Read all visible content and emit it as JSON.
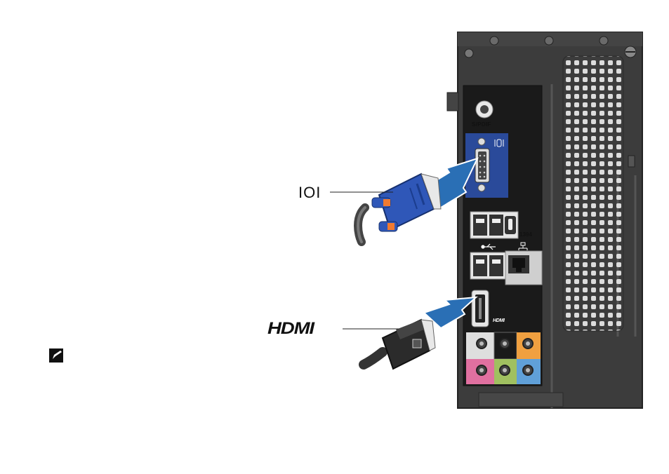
{
  "callouts": {
    "vga_symbol": "IOI",
    "hdmi_logo": "HDMI"
  },
  "ports": {
    "spdif_label": "S/PDIF",
    "firewire_label": "1394",
    "hdmi_port_label": "HDMI"
  },
  "colors": {
    "chassis": "#3c3c3c",
    "io_panel": "#1a1a1a",
    "vga_port_bg": "#2a4a9a",
    "vga_connector": "#2f57b8",
    "hdmi_connector": "#2b2b2b",
    "arrow": "#2a6fb5",
    "audio_orange": "#f0a040",
    "audio_pink": "#e070a0",
    "audio_green": "#a0c060",
    "audio_blue": "#60a0d8"
  },
  "icons": {
    "note": "pencil-note-icon",
    "usb": "usb-icon",
    "network": "network-icon"
  }
}
